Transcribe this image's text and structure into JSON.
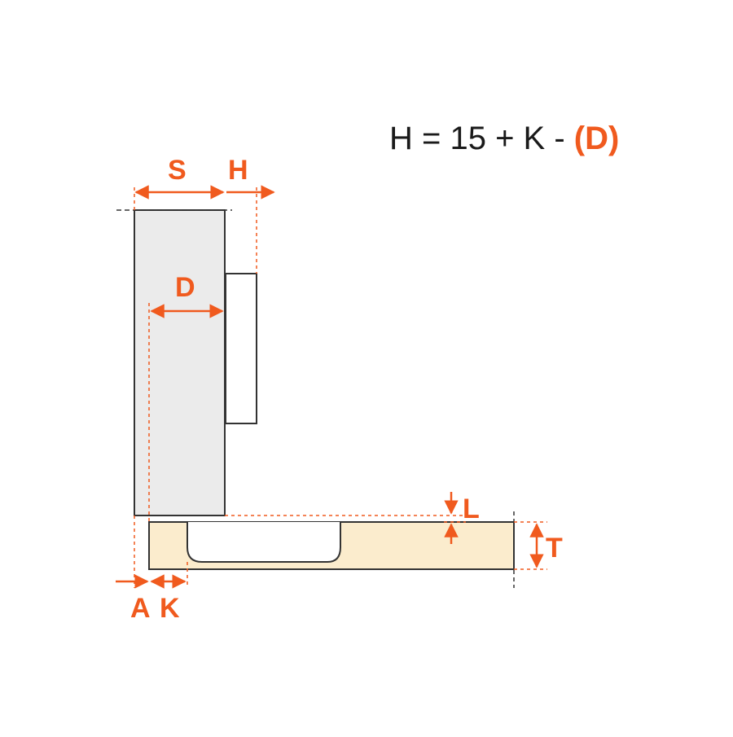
{
  "formula": {
    "prefix": "H = 15 + K - ",
    "highlight": "(D)"
  },
  "labels": {
    "S": "S",
    "H": "H",
    "D": "D",
    "L": "L",
    "T": "T",
    "A": "A",
    "K": "K"
  },
  "colors": {
    "accent": "#f05a1e",
    "door_fill": "#ebebeb",
    "panel_fill": "#fbeccd",
    "line": "#333333"
  }
}
